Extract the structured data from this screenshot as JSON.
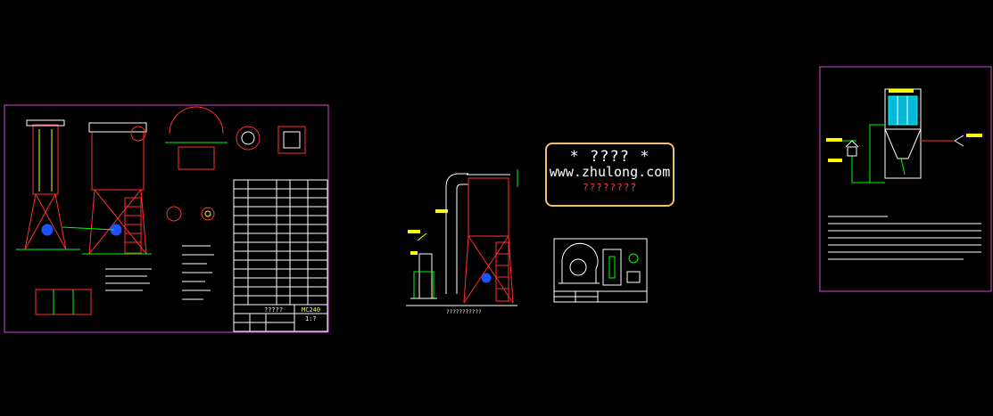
{
  "colors": {
    "background": "#000000",
    "frame": "#d44ad4",
    "structure": "#ff3030",
    "outline": "#ffffff",
    "accent_yellow": "#ffff00",
    "accent_green": "#00ff00",
    "accent_cyan": "#00ffff",
    "accent_blue": "#2050ff",
    "stamp_border": "#f0c070",
    "stamp_sub": "#ff3b3b"
  },
  "watermark": {
    "title": "* ???? *",
    "site": "www.zhulong.com",
    "subtitle": "????????"
  },
  "sheet1": {
    "title_block_code": "?????",
    "title_block_model": "MC240",
    "title_block_sheet": "1:?"
  },
  "sheet2": {
    "caption": "???????????"
  }
}
